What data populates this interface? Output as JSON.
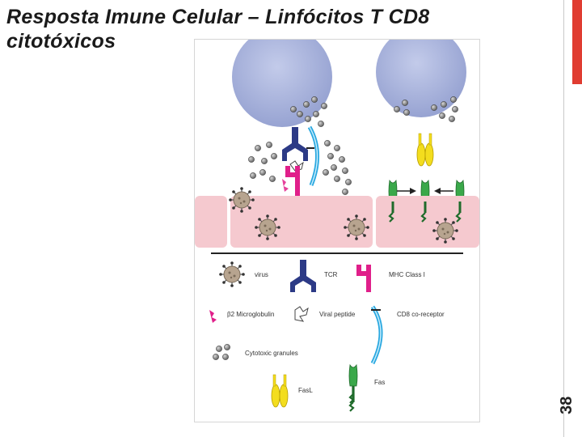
{
  "slide": {
    "title": "Resposta Imune Celular – Linfócitos T CD8 citotóxicos",
    "page_number": "38"
  },
  "colors": {
    "accent": "#e03c31",
    "cell": "#a9b4dc",
    "tissue": "#f5c9cf",
    "tcr": "#2c3a86",
    "mhc": "#e01f8a",
    "cd8": "#29a8e0",
    "fas": "#3aa84a",
    "fasl": "#f3dd1e",
    "virus": "#b7a48f"
  },
  "legend": {
    "virus": "virus",
    "tcr": "TCR",
    "mhc": "MHC Class I",
    "b2m": "β2 Microglobulin",
    "peptide": "Viral peptide",
    "cd8": "CD8 co-receptor",
    "granules": "Cytotoxic granules",
    "fasl": "FasL",
    "fas": "Fas"
  }
}
